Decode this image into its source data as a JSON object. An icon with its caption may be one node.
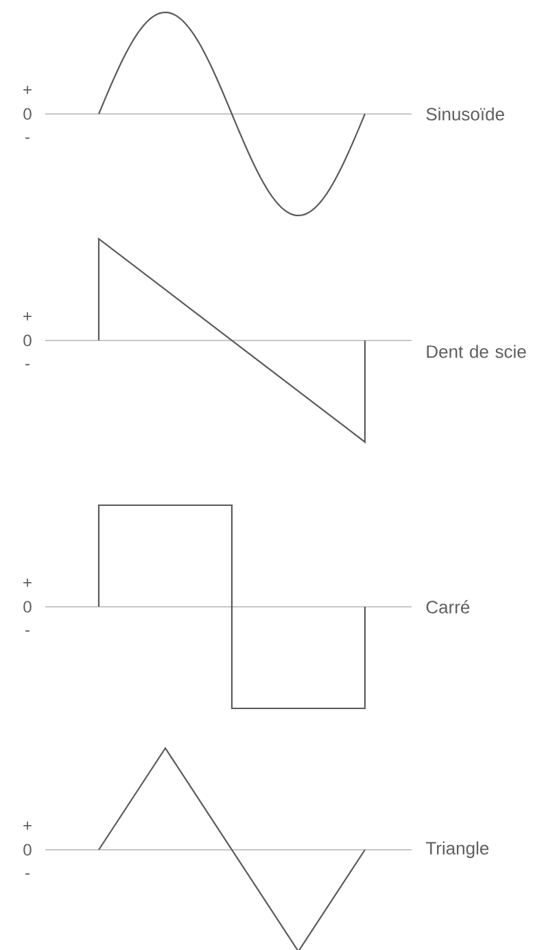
{
  "diagram": {
    "labels": [
      "+",
      "0",
      "-",
      "Sinusoïde",
      "+",
      "0",
      "-",
      "Dent de scie",
      "+",
      "0",
      "-",
      "Carré",
      "+",
      "0",
      "-",
      "Triangle"
    ]
  }
}
